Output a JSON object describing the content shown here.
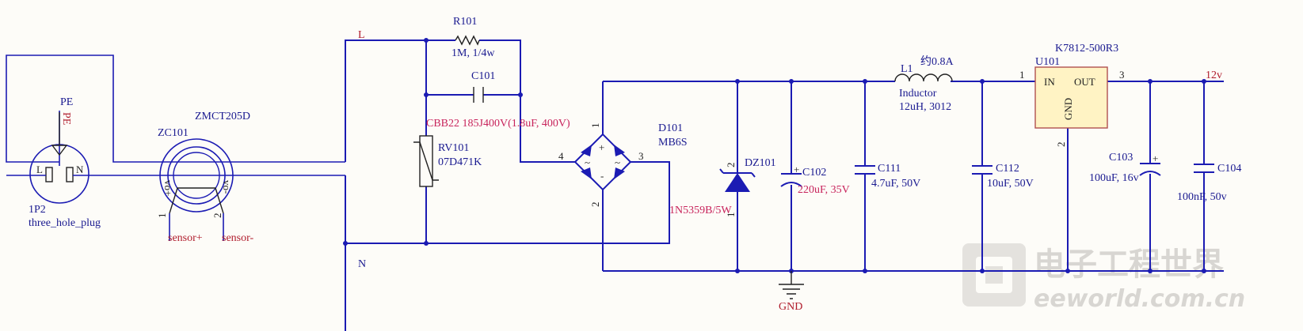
{
  "labels": {
    "pe": "PE",
    "pe_net": "PE",
    "plug_l": "L",
    "plug_n": "N",
    "plug_ref": "1P2",
    "plug_name": "three_hole_plug",
    "zc_part": "ZMCT205D",
    "zc_ref": "ZC101",
    "zc_vo_left": "vo+",
    "zc_vo_right": "vo-",
    "zc_pin1": "1",
    "zc_pin2": "2",
    "sensor_pos": "sensor+",
    "sensor_neg": "sensor-",
    "net_l": "L",
    "net_n": "N",
    "r101_ref": "R101",
    "r101_val": "1M, 1/4w",
    "c101_ref": "C101",
    "c101_val": "CBB22 185J400V(1.8uF, 400V)",
    "rv101_ref": "RV101",
    "rv101_val": "07D471K",
    "d101_ref": "D101",
    "d101_val": "MB6S",
    "d101_pin4": "4",
    "d101_pin3": "3",
    "d101_pin1": "1",
    "d101_pin2": "2",
    "bridge_plus": "+",
    "bridge_minus": "-",
    "bridge_ac1": "~",
    "bridge_ac2": "~",
    "dz101_ref": "DZ101",
    "dz101_val": "1N5359B/5W",
    "dz101_pin2": "2",
    "dz101_pin1": "1",
    "c102_ref": "C102",
    "c102_val": "220uF, 35V",
    "c111_ref": "C111",
    "c111_val": "4.7uF, 50V",
    "l1_ref": "L1",
    "l1_note": "约0.8A",
    "l1_name": "Inductor",
    "l1_val": "12uH, 3012",
    "c112_ref": "C112",
    "c112_val": "10uF, 50V",
    "u101_part": "K7812-500R3",
    "u101_ref": "U101",
    "u101_in": "IN",
    "u101_out": "OUT",
    "u101_gnd": "GND",
    "u101_pin1": "1",
    "u101_pin3": "3",
    "u101_pin2": "2",
    "c103_ref": "C103",
    "c103_val": "100uF, 16v",
    "c104_ref": "C104",
    "c104_val": "100nF, 50v",
    "net_12v": "12v",
    "gnd": "GND",
    "cap_plus": "+"
  },
  "watermark": {
    "cn": "电子工程世界",
    "url": "eeworld.com.cn"
  },
  "colors": {
    "wire": "#1b1bb3",
    "net_label": "#b01c2c",
    "value_pink": "#c8245c",
    "ic_fill": "#fff3c4",
    "ic_border": "#b05050"
  }
}
